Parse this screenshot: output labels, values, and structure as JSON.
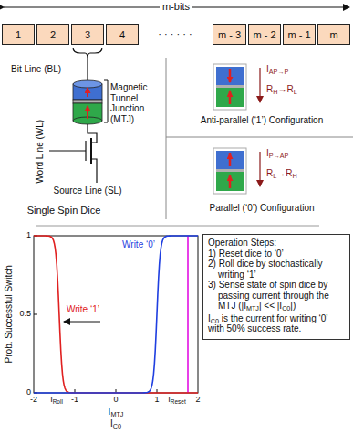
{
  "diagram": {
    "nodes": [
      {
        "text": [
          "1"
        ]
      },
      {
        "text": [
          "2"
        ]
      },
      {
        "text": [
          "3"
        ]
      },
      {
        "text": [
          "4"
        ]
      },
      {
        "text": [
          "m - 3"
        ]
      },
      {
        "text": [
          "m - 2"
        ]
      },
      {
        "text": [
          "m - 1"
        ]
      },
      {
        "text": [
          "m"
        ]
      },
      {
        "text": [
          "Operation Steps:",
          "1) Reset dice to ‘0’",
          "2) Roll dice by stochastically writing ‘1’",
          "3) Sense state of spin dice by passing current through the MTJ (|IMTJ| << |IC0|)",
          "IC0 is the current for writing ‘0’ with 50% success rate."
        ]
      }
    ],
    "labels": [
      "m-bits",
      "· · · · · ·",
      "Bit Line (BL)",
      "Magnetic Tunnel Junction (MTJ)",
      "Word Line (WL)",
      "Source Line (SL)",
      "Single Spin Dice",
      "IAP→P",
      "RH→RL",
      "Anti-parallel (‘1’) Configuration",
      "IP→AP",
      "RL→RH",
      "Parallel (‘0’) Configuration",
      "Prob. Successful Switch",
      "1",
      "0.5",
      "0",
      "-2",
      "IRoll",
      "-1",
      "0",
      "1",
      "IReset",
      "2",
      "IMTJ",
      "IC0",
      "Write ‘1’",
      "Write ‘0’"
    ]
  }
}
